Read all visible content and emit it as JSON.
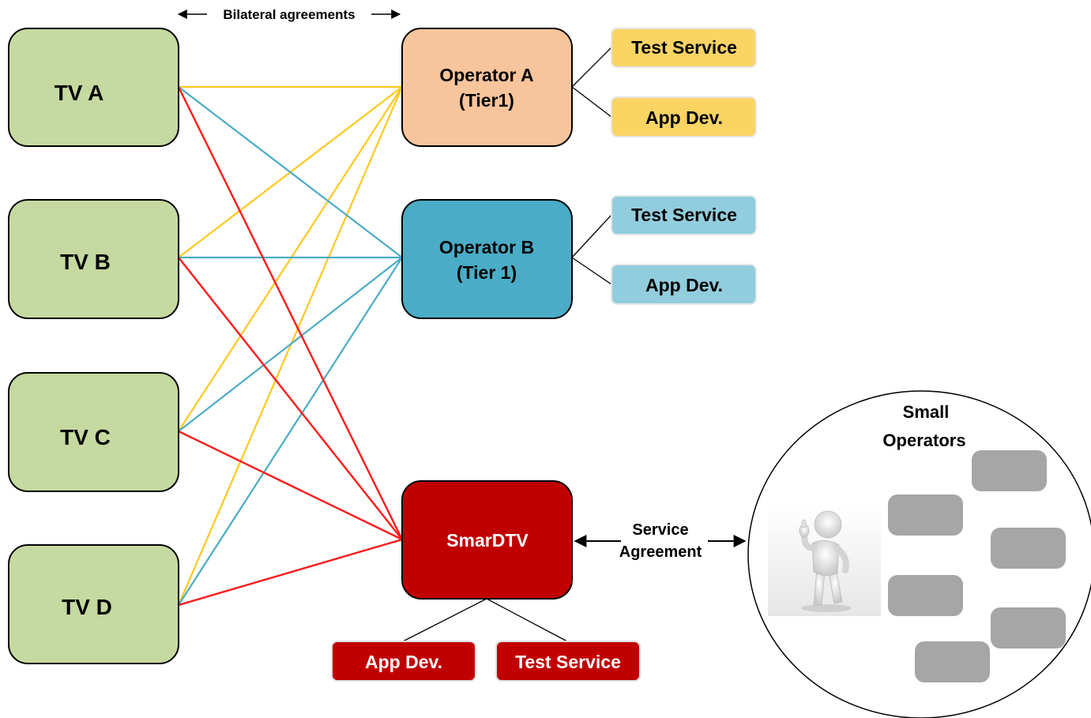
{
  "header": {
    "bilateral_label": "Bilateral agreements"
  },
  "tv_boxes": [
    {
      "label": "TV A"
    },
    {
      "label": "TV B"
    },
    {
      "label": "TV C"
    },
    {
      "label": "TV D"
    }
  ],
  "operator_a": {
    "line1": "Operator A",
    "line2": "(Tier1)",
    "services": [
      "Test Service",
      "App Dev."
    ]
  },
  "operator_b": {
    "line1": "Operator B",
    "line2": "(Tier 1)",
    "services": [
      "Test Service",
      "App Dev."
    ]
  },
  "smardtv": {
    "label": "SmarDTV",
    "services": [
      "App Dev.",
      "Test Service"
    ]
  },
  "service_agreement": {
    "line1": "Service",
    "line2": "Agreement"
  },
  "small_operators": {
    "line1": "Small",
    "line2": "Operators"
  },
  "colors": {
    "tv_fill": "#c6d9a0",
    "operator_a_fill": "#f8c49b",
    "operator_a_service_fill": "#fbd464",
    "operator_b_fill": "#4aacc6",
    "operator_b_service_fill": "#91cddd",
    "smardtv_fill": "#c00000",
    "small_op_fill": "#a6a6a6",
    "line_yellow": "#ffc81e",
    "line_blue": "#4bacc6",
    "line_red": "#ff1a1a"
  }
}
